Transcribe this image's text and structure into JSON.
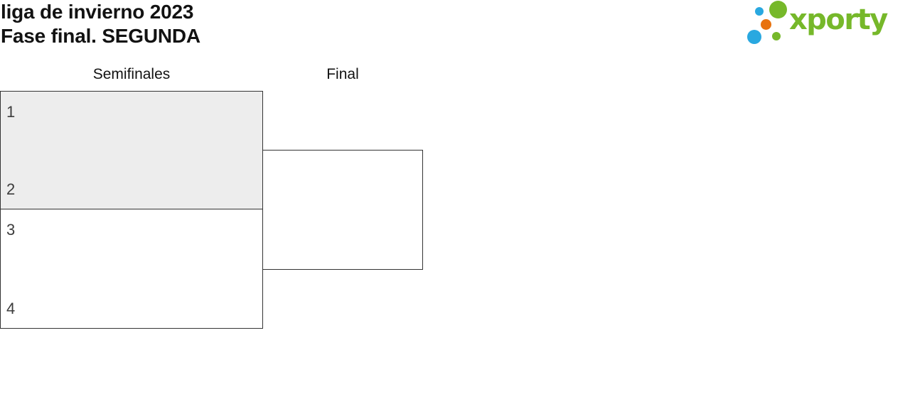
{
  "page": {
    "title_line1": "liga de invierno 2023",
    "title_line2": "Fase final. SEGUNDA"
  },
  "logo": {
    "text": "xporty",
    "icon": "dots-cluster-icon",
    "colors": {
      "green": "#76b82a",
      "blue": "#29a8e0",
      "orange": "#e8720e"
    }
  },
  "bracket": {
    "rounds": [
      {
        "label": "Semifinales"
      },
      {
        "label": "Final"
      }
    ],
    "matches": [
      {
        "round": "Semifinales",
        "slots": [
          "1",
          "2"
        ],
        "highlighted": true
      },
      {
        "round": "Semifinales",
        "slots": [
          "3",
          "4"
        ],
        "highlighted": false
      },
      {
        "round": "Final",
        "slots": [],
        "highlighted": false
      }
    ],
    "colors": {
      "border": "#333333",
      "highlighted_fill": "#ededed",
      "default_fill": "#ffffff"
    }
  }
}
